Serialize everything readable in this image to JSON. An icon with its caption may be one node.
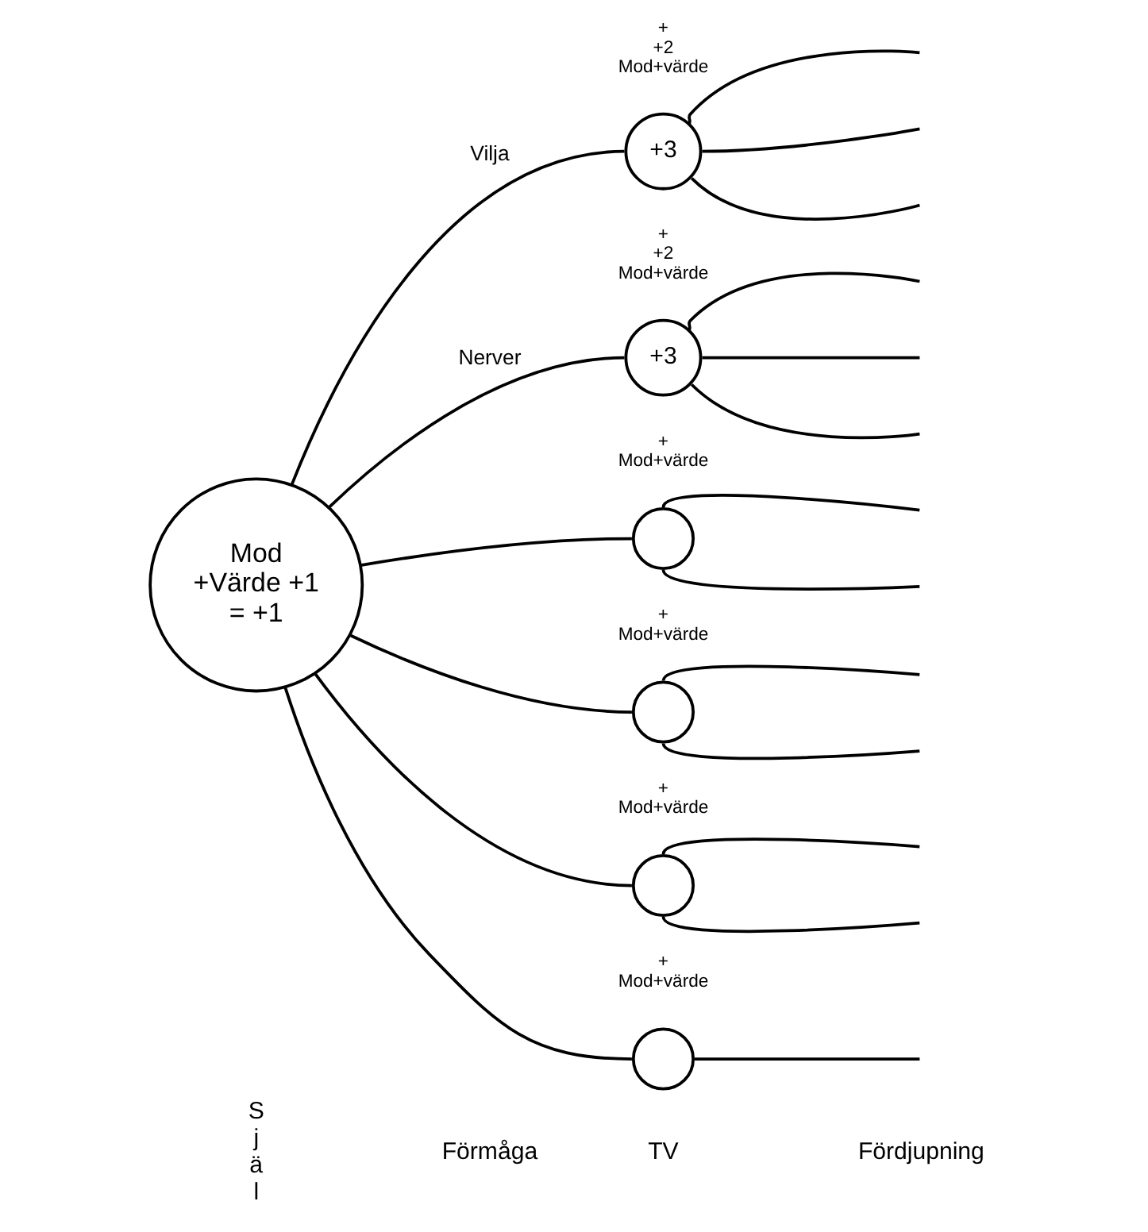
{
  "diagram": {
    "nodes": [
      {
        "text": [
          "Mod",
          "+Värde +1",
          "= +1"
        ]
      },
      {
        "text": [
          "+3"
        ],
        "beside": [
          "+",
          "+2",
          "Mod+värde"
        ]
      },
      {
        "text": [
          "+3"
        ],
        "beside": [
          "+",
          "+2",
          "Mod+värde"
        ]
      },
      {
        "text": [],
        "shape": "circle",
        "beside": [
          "+",
          "Mod+värde"
        ]
      },
      {
        "text": [],
        "shape": "circle",
        "beside": [
          "+",
          "Mod+värde"
        ]
      },
      {
        "text": [],
        "shape": "circle",
        "beside": [
          "+",
          "Mod+värde"
        ]
      },
      {
        "text": [],
        "shape": "circle",
        "beside": [
          "+",
          "Mod+värde"
        ]
      }
    ],
    "edges": [
      {
        "from": 0,
        "to": 1,
        "arrow": "none",
        "label": "Vilja"
      },
      {
        "from": 0,
        "to": 2,
        "arrow": "none",
        "label": "Nerver"
      },
      {
        "from": 0,
        "to": 3,
        "arrow": "none"
      },
      {
        "from": 0,
        "to": 4,
        "arrow": "none"
      },
      {
        "from": 0,
        "to": 5,
        "arrow": "none"
      },
      {
        "from": 0,
        "to": 6,
        "arrow": "none"
      },
      {
        "from": 1,
        "to": null,
        "arrow": "none"
      },
      {
        "from": 1,
        "to": null,
        "arrow": "none"
      },
      {
        "from": 1,
        "to": null,
        "arrow": "none"
      },
      {
        "from": 2,
        "to": null,
        "arrow": "none"
      },
      {
        "from": 2,
        "to": null,
        "arrow": "none"
      },
      {
        "from": 2,
        "to": null,
        "arrow": "none"
      },
      {
        "from": 3,
        "to": null,
        "arrow": "none"
      },
      {
        "from": 3,
        "to": null,
        "arrow": "none"
      },
      {
        "from": 4,
        "to": null,
        "arrow": "none"
      },
      {
        "from": 4,
        "to": null,
        "arrow": "none"
      },
      {
        "from": 5,
        "to": null,
        "arrow": "none"
      },
      {
        "from": 5,
        "to": null,
        "arrow": "none"
      },
      {
        "from": 6,
        "to": null,
        "arrow": "none"
      }
    ],
    "labels": [
      "Själ",
      "Förmåga",
      "TV",
      "Fördjupning"
    ]
  }
}
